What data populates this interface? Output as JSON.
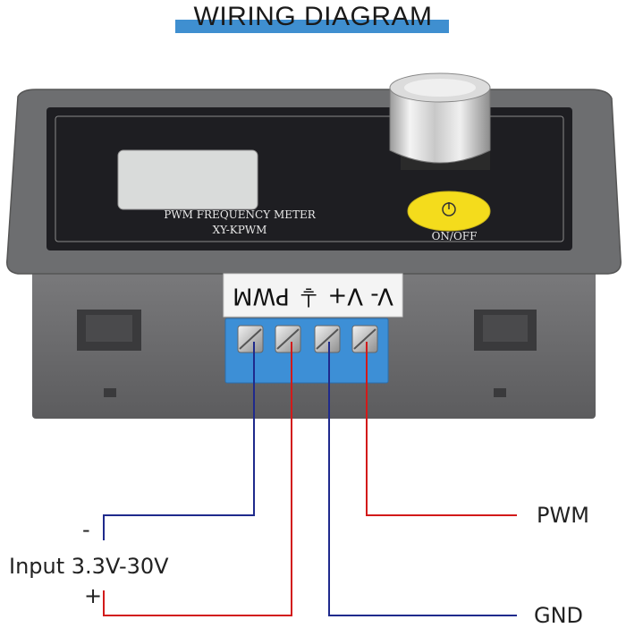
{
  "title": "WIRING DIAGRAM",
  "device": {
    "panel_line1": "PWM FREQUENCY METER",
    "panel_line2": "XY-KPWM",
    "button_label": "ON/OFF",
    "terminal_label": "V- V+ ⏚ PWM"
  },
  "wiring": {
    "minus": "-",
    "input": "Input 3.3V-30V",
    "plus": "+",
    "pwm": "PWM",
    "gnd": "GND"
  },
  "colors": {
    "accent_blue": "#3f8fd0",
    "wire_blue": "#1f2a8c",
    "wire_red": "#d21a1a",
    "terminal_blue": "#3d8fd6",
    "button_yellow": "#f4dc1c"
  }
}
